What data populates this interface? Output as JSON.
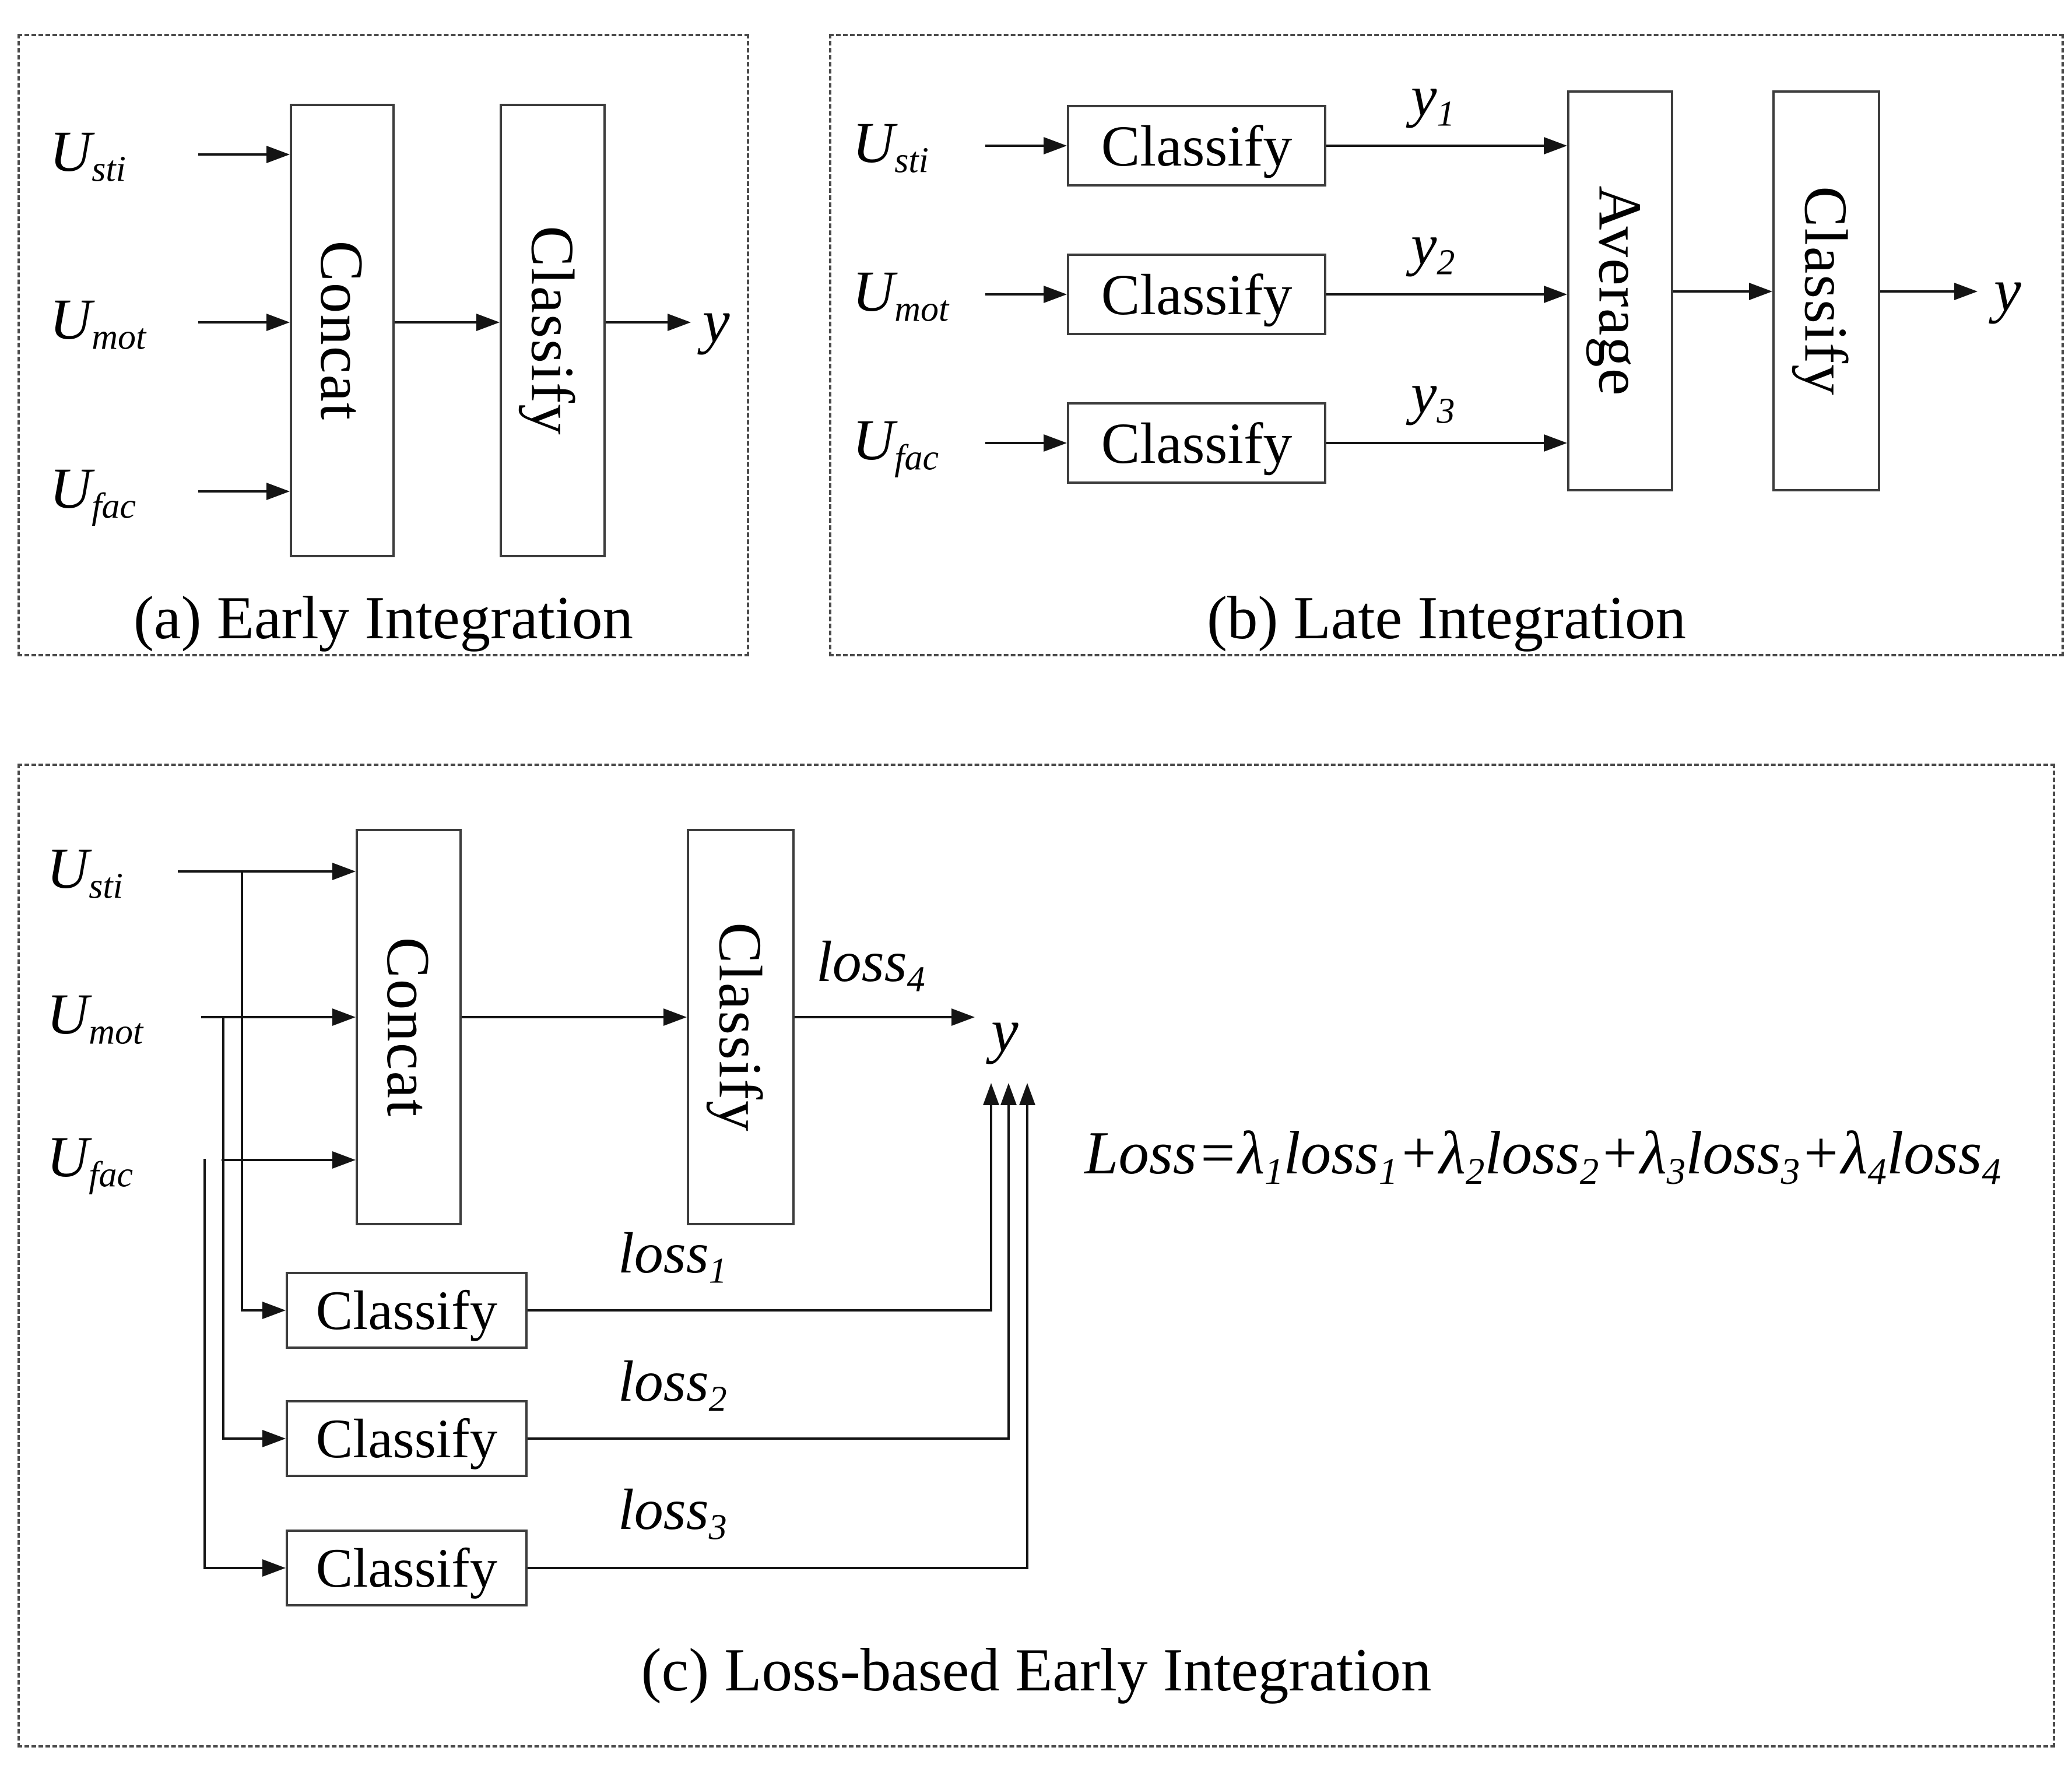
{
  "figure": {
    "panels": {
      "a": {
        "caption": "(a) Early Integration",
        "inputs": [
          {
            "base": "U",
            "sub": "sti"
          },
          {
            "base": "U",
            "sub": "mot"
          },
          {
            "base": "U",
            "sub": "fac"
          }
        ],
        "concat_label": "Concat",
        "classify_label": "Classify",
        "output": "y"
      },
      "b": {
        "caption": "(b) Late Integration",
        "inputs": [
          {
            "base": "U",
            "sub": "sti"
          },
          {
            "base": "U",
            "sub": "mot"
          },
          {
            "base": "U",
            "sub": "fac"
          }
        ],
        "classify_label": "Classify",
        "average_label": "Average",
        "final_classify_label": "Classify",
        "branch_outputs": [
          {
            "base": "y",
            "sub": "1"
          },
          {
            "base": "y",
            "sub": "2"
          },
          {
            "base": "y",
            "sub": "3"
          }
        ],
        "output": "y"
      },
      "c": {
        "caption": "(c) Loss-based Early Integration",
        "inputs": [
          {
            "base": "U",
            "sub": "sti"
          },
          {
            "base": "U",
            "sub": "mot"
          },
          {
            "base": "U",
            "sub": "fac"
          }
        ],
        "concat_label": "Concat",
        "main_classify_label": "Classify",
        "branch_classify_label": "Classify",
        "losses": [
          {
            "base": "loss",
            "sub": "1"
          },
          {
            "base": "loss",
            "sub": "2"
          },
          {
            "base": "loss",
            "sub": "3"
          },
          {
            "base": "loss",
            "sub": "4"
          }
        ],
        "output": "y",
        "formula": {
          "lhs": "Loss",
          "eq": "=",
          "plus": "+",
          "terms": [
            {
              "coef": "λ",
              "coef_sub": "1",
              "word": "loss",
              "word_sub": "1"
            },
            {
              "coef": "λ",
              "coef_sub": "2",
              "word": "loss",
              "word_sub": "2"
            },
            {
              "coef": "λ",
              "coef_sub": "3",
              "word": "loss",
              "word_sub": "3"
            },
            {
              "coef": "λ",
              "coef_sub": "4",
              "word": "loss",
              "word_sub": "4"
            }
          ]
        }
      }
    }
  }
}
